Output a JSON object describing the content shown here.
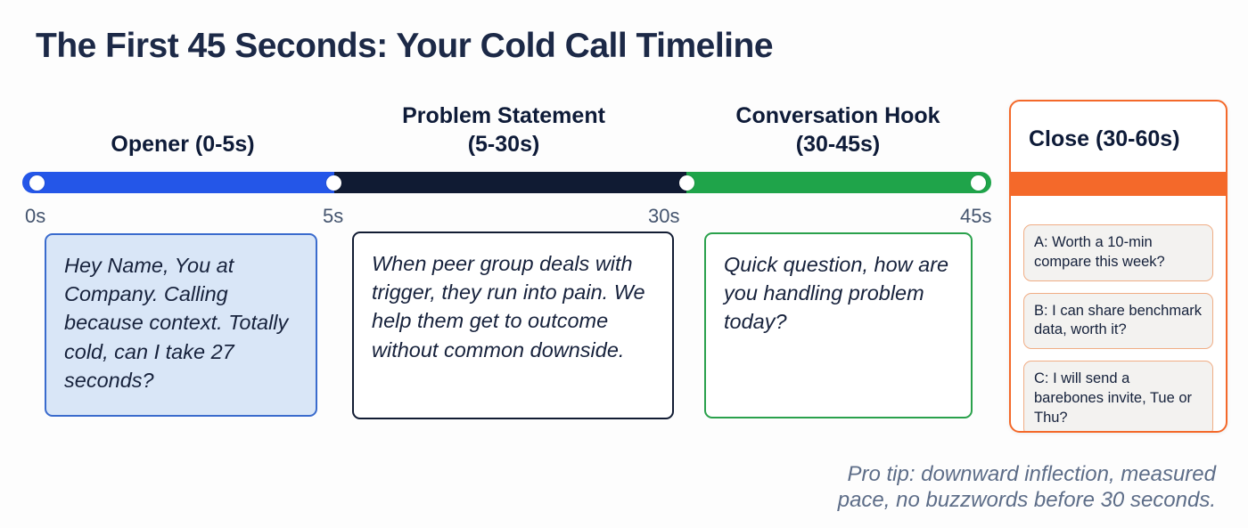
{
  "title": "The First 45 Seconds: Your Cold Call Timeline",
  "timeline": {
    "ticks": [
      "0s",
      "5s",
      "30s",
      "45s"
    ],
    "colors": {
      "opener": "#2456e8",
      "problem": "#101b33",
      "hook": "#1fa44a",
      "close": "#f4692a"
    }
  },
  "phases": [
    {
      "label": "Opener (0-5s)",
      "script": "Hey Name, You at Company. Calling because context. Totally cold, can I take 27 seconds?"
    },
    {
      "label": "Problem Statement (5-30s)",
      "script": "When peer group deals with trigger, they run into pain. We help them get to outcome without common downside."
    },
    {
      "label": "Conversation Hook (30-45s)",
      "script": "Quick question, how are you handling problem today?"
    }
  ],
  "close_card": {
    "title": "Close (30-60s)",
    "options": [
      "A: Worth a 10-min compare this week?",
      "B: I can share benchmark data, worth it?",
      "C: I will send a barebones invite, Tue or Thu?"
    ]
  },
  "pro_tip": "Pro tip: downward inflection, measured pace, no buzzwords before 30 seconds."
}
